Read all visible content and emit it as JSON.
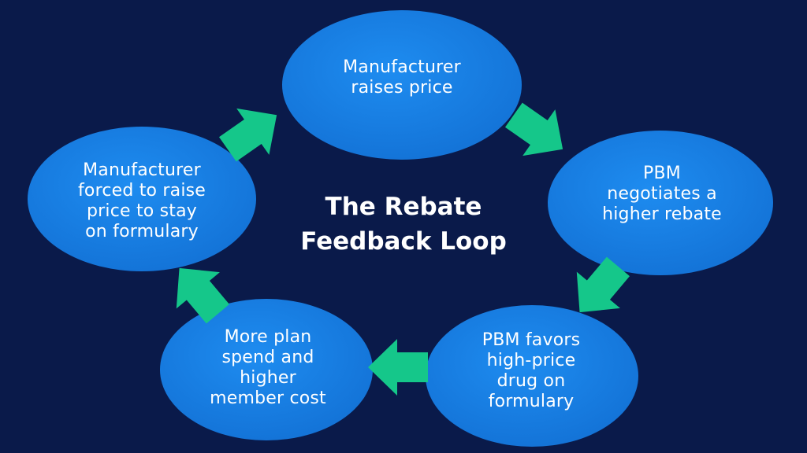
{
  "title": {
    "line1": "The Rebate",
    "line2": "Feedback Loop"
  },
  "colors": {
    "background": "#0a1a4a",
    "node_fill": "#1a82e2",
    "arrow_fill": "#15c78a",
    "text": "#ffffff"
  },
  "nodes": [
    {
      "id": "manufacturer-raises-price",
      "text": "Manufacturer\nraises price"
    },
    {
      "id": "pbm-negotiates-rebate",
      "text": "PBM\nnegotiates a\nhigher rebate"
    },
    {
      "id": "pbm-favors-high-price",
      "text": "PBM favors\nhigh-price\ndrug on\nformulary"
    },
    {
      "id": "more-plan-spend",
      "text": "More plan\nspend and\nhigher\nmember cost"
    },
    {
      "id": "manufacturer-forced",
      "text": "Manufacturer\nforced to raise\nprice to stay\non formulary"
    }
  ],
  "edges": [
    {
      "from": "manufacturer-raises-price",
      "to": "pbm-negotiates-rebate",
      "direction": "down-right"
    },
    {
      "from": "pbm-negotiates-rebate",
      "to": "pbm-favors-high-price",
      "direction": "down-left"
    },
    {
      "from": "pbm-favors-high-price",
      "to": "more-plan-spend",
      "direction": "left"
    },
    {
      "from": "more-plan-spend",
      "to": "manufacturer-forced",
      "direction": "up-left"
    },
    {
      "from": "manufacturer-forced",
      "to": "manufacturer-raises-price",
      "direction": "up-right"
    }
  ]
}
